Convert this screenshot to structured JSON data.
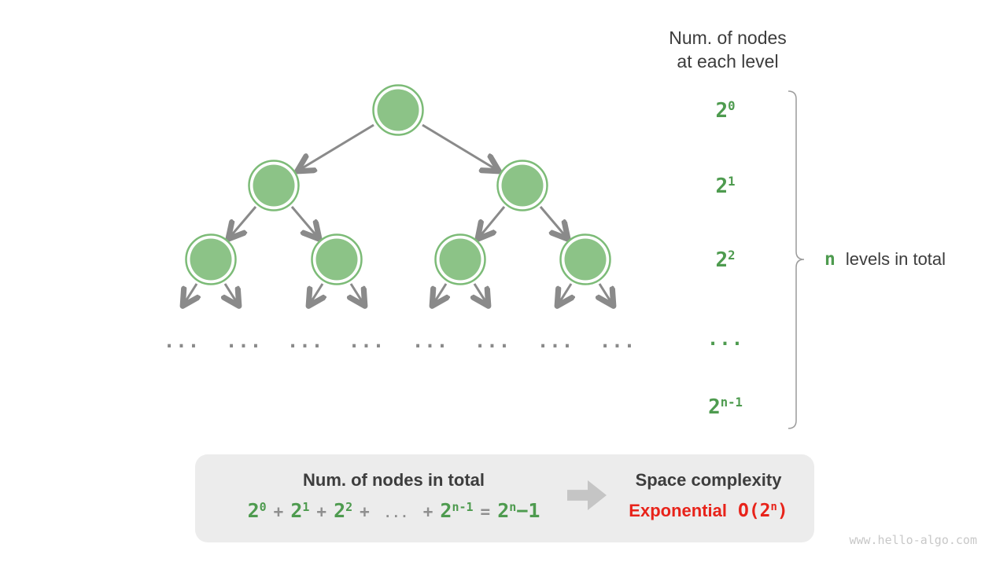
{
  "colors": {
    "node_fill": "#8CC387",
    "node_stroke": "#7CBB77",
    "edge_gray": "#8A8A8A",
    "label_green": "#4E9B4F",
    "dark_text": "#3C3C3C",
    "operator_gray": "#8F8F8F",
    "box_background": "#ECECEC",
    "block_arrow_gray": "#C5C5C5",
    "complexity_red": "#E8231A",
    "brace_gray": "#9C9C9C",
    "watermark_gray": "#C8C8C8"
  },
  "header": {
    "line1": "Num. of nodes",
    "line2": "at each level"
  },
  "levels": [
    {
      "base": "2",
      "sup": "0"
    },
    {
      "base": "2",
      "sup": "1"
    },
    {
      "base": "2",
      "sup": "2"
    },
    {
      "dots": "..."
    },
    {
      "base": "2",
      "sup": "n-1"
    }
  ],
  "brace_label": {
    "n": "n",
    "text": "levels in total"
  },
  "tree": {
    "ellipsis": "..."
  },
  "summary": {
    "nodes_title": "Num. of nodes in total",
    "space_title": "Space complexity",
    "formula": {
      "terms": [
        {
          "base": "2",
          "sup": "0"
        },
        {
          "base": "2",
          "sup": "1"
        },
        {
          "base": "2",
          "sup": "2"
        },
        {
          "base": "2",
          "sup": "n-1"
        }
      ],
      "plus": "+",
      "ellipsis": "...",
      "equals": "=",
      "result": {
        "base": "2",
        "sup": "n",
        "suffix": "−1"
      }
    },
    "complexity_name": "Exponential",
    "complexity_o": {
      "prefix": "O(2",
      "sup": "n",
      "suffix": ")"
    }
  },
  "watermark": "www.hello-algo.com"
}
